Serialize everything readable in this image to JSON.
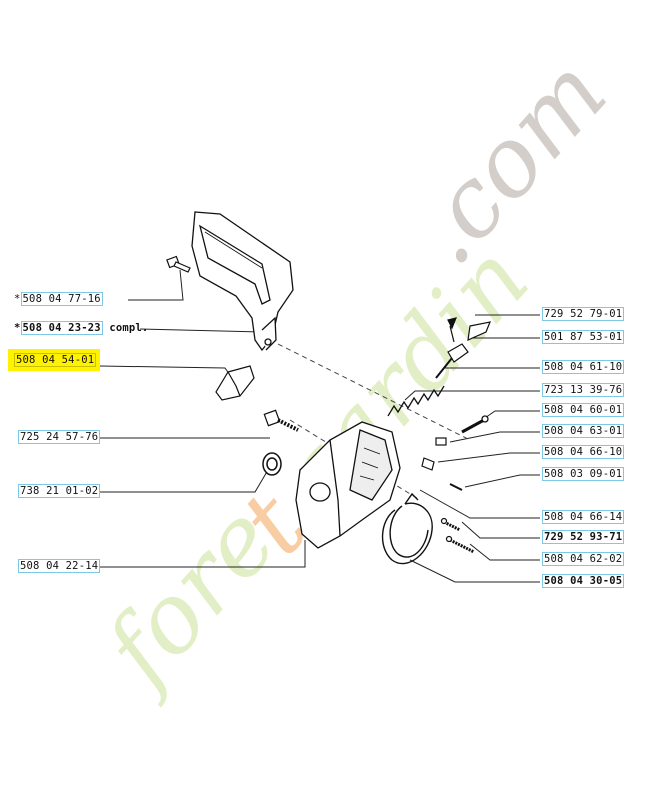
{
  "diagram": {
    "highlight_color": "#fff200",
    "label_box_color": "#7ec8e6",
    "watermark": {
      "text": "foretgardin.com",
      "colors": {
        "light_green": "#dfeec0",
        "orange": "#f8c89a",
        "grey": "#cfc9c4"
      }
    },
    "labels_left": [
      {
        "prefix": "*",
        "text": "508 04 77-16",
        "suffix": ""
      },
      {
        "prefix": "*",
        "text": "508 04 23-23",
        "suffix": " compl."
      },
      {
        "prefix": "",
        "text": "508 04 54-01",
        "suffix": ""
      },
      {
        "prefix": "",
        "text": "725 24 57-76",
        "suffix": ""
      },
      {
        "prefix": "",
        "text": "738 21 01-02",
        "suffix": ""
      },
      {
        "prefix": "",
        "text": "508 04 22-14",
        "suffix": ""
      }
    ],
    "labels_right": [
      {
        "text": "729 52 79-01"
      },
      {
        "text": "501 87 53-01"
      },
      {
        "text": "508 04 61-10"
      },
      {
        "text": "723 13 39-76"
      },
      {
        "text": "508 04 60-01"
      },
      {
        "text": "508 04 63-01"
      },
      {
        "text": "508 04 66-10"
      },
      {
        "text": "508 03 09-01"
      },
      {
        "text": "508 04 66-14"
      },
      {
        "text": "729 52 93-71"
      },
      {
        "text": "508 04 62-02"
      },
      {
        "text": "508 04 30-05"
      }
    ]
  }
}
